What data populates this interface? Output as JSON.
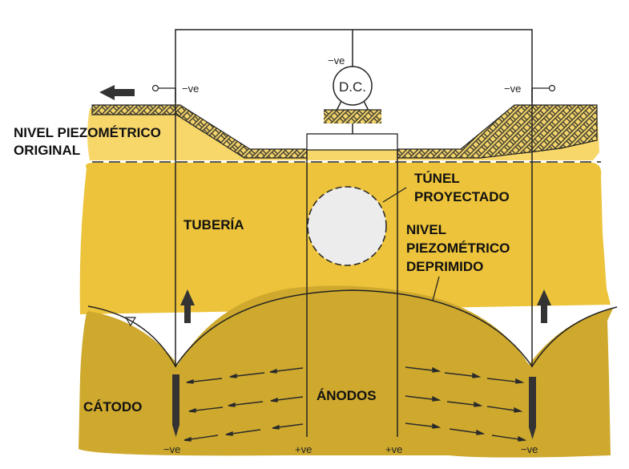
{
  "title": "Electro-osmosis dewatering for projected tunnel",
  "colors": {
    "upper_soil_light": "#f8d76a",
    "saturated_soil": "#ecc33a",
    "depressed_soil": "#cea92e",
    "tunnel_fill": "#ececec",
    "line": "#2a2a2a"
  },
  "power_source": {
    "label": "D.C.",
    "terminal": "−ve"
  },
  "labels": {
    "original_water_table": [
      "NIVEL PIEZOMÉTRICO",
      "ORIGINAL"
    ],
    "pipe": "TUBERÍA",
    "tunnel": [
      "TÚNEL",
      "PROYECTADO"
    ],
    "depressed_water_table": [
      "NIVEL",
      "PIEZOMÉTRICO",
      "DEPRIMIDO"
    ],
    "cathode": "CÁTODO",
    "anodes": "ÁNODOS"
  },
  "terminals": {
    "left_top": "−ve",
    "right_top": "−ve",
    "left_bottom": "−ve",
    "anode_left_bottom": "+ve",
    "anode_right_bottom": "+ve",
    "right_bottom": "−ve"
  },
  "flow_direction": {
    "left_arrow": "left",
    "pipe_arrows": "up",
    "current_arrows": "anode-to-cathode"
  }
}
